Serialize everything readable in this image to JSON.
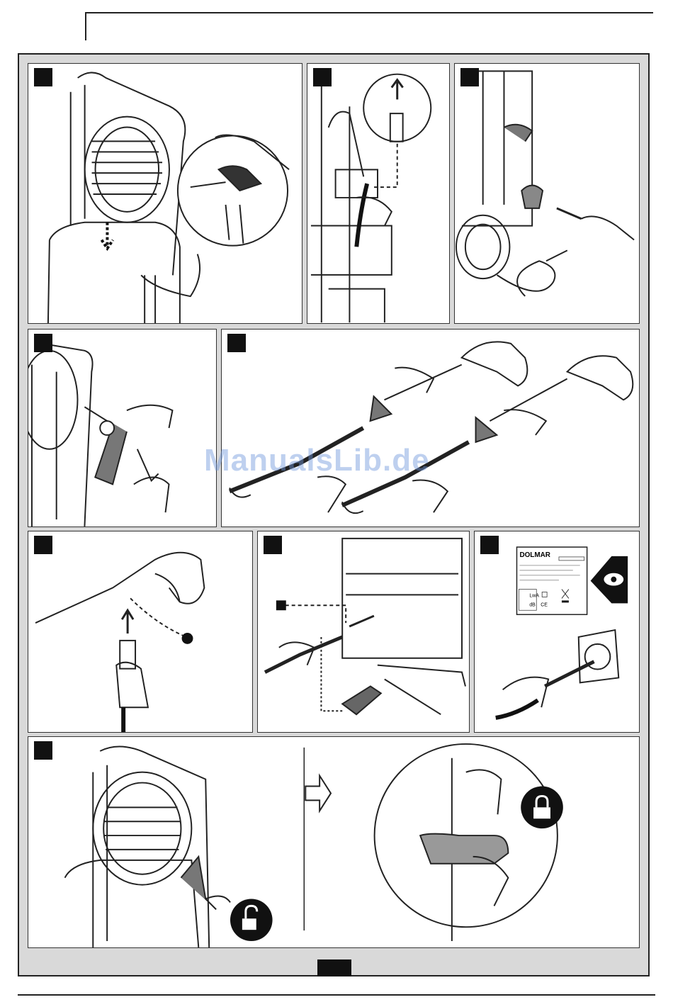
{
  "watermark": "ManualsLib.de",
  "label": {
    "brand": "DOLMAR",
    "mark_ce": "CE",
    "mark_db": "dB",
    "mark_lwa": "LwA"
  },
  "colors": {
    "frame_bg": "#d9d9d9",
    "ink": "#111111",
    "watermark": "#6e96dc"
  },
  "icons": {
    "lock": "lock-closed-icon",
    "unlock": "lock-open-icon",
    "eye": "eye-arrow-icon"
  }
}
